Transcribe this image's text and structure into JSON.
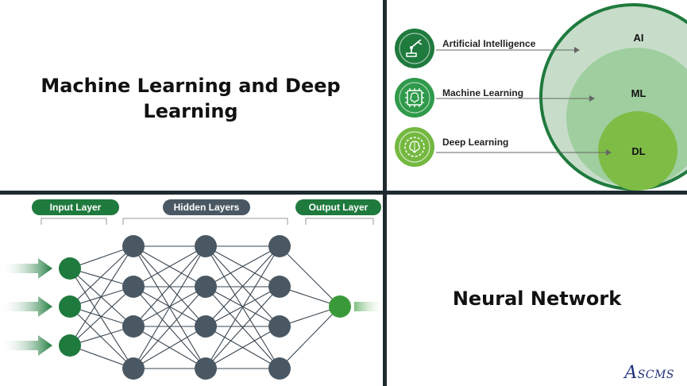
{
  "top_left": {
    "title": "Machine Learning and Deep Learning"
  },
  "top_right": {
    "rows": [
      {
        "label": "Artificial Intelligence",
        "icon": "robot-arm-icon"
      },
      {
        "label": "Machine Learning",
        "icon": "chip-brain-icon"
      },
      {
        "label": "Deep Learning",
        "icon": "brain-gear-icon"
      }
    ],
    "circles": [
      {
        "label": "AI"
      },
      {
        "label": "ML"
      },
      {
        "label": "DL"
      }
    ],
    "colors": {
      "outer_ring": "#1f7a3d",
      "ai_fill": "#c7ddc9",
      "ml_fill": "#9fce9f",
      "dl_fill": "#7ebc45",
      "badge_ai": "#1f7a3d",
      "badge_ml": "#2f9a4a",
      "badge_dl": "#74b840"
    }
  },
  "bottom_left": {
    "input_label": "Input Layer",
    "hidden_label": "Hidden Layers",
    "output_label": "Output Layer",
    "input_nodes": 3,
    "hidden_layers": 3,
    "hidden_nodes_per_layer": 4,
    "output_nodes": 1,
    "colors": {
      "input_node": "#1f7a3d",
      "hidden_node": "#4a5863",
      "output_node": "#3a9a3a",
      "edge": "#3a4650",
      "pill_green": "#1f7a3d",
      "pill_gray": "#4a5863",
      "arrow": "#1f7a3d"
    }
  },
  "bottom_right": {
    "title": "Neural Network",
    "logo": "ASCMS"
  }
}
